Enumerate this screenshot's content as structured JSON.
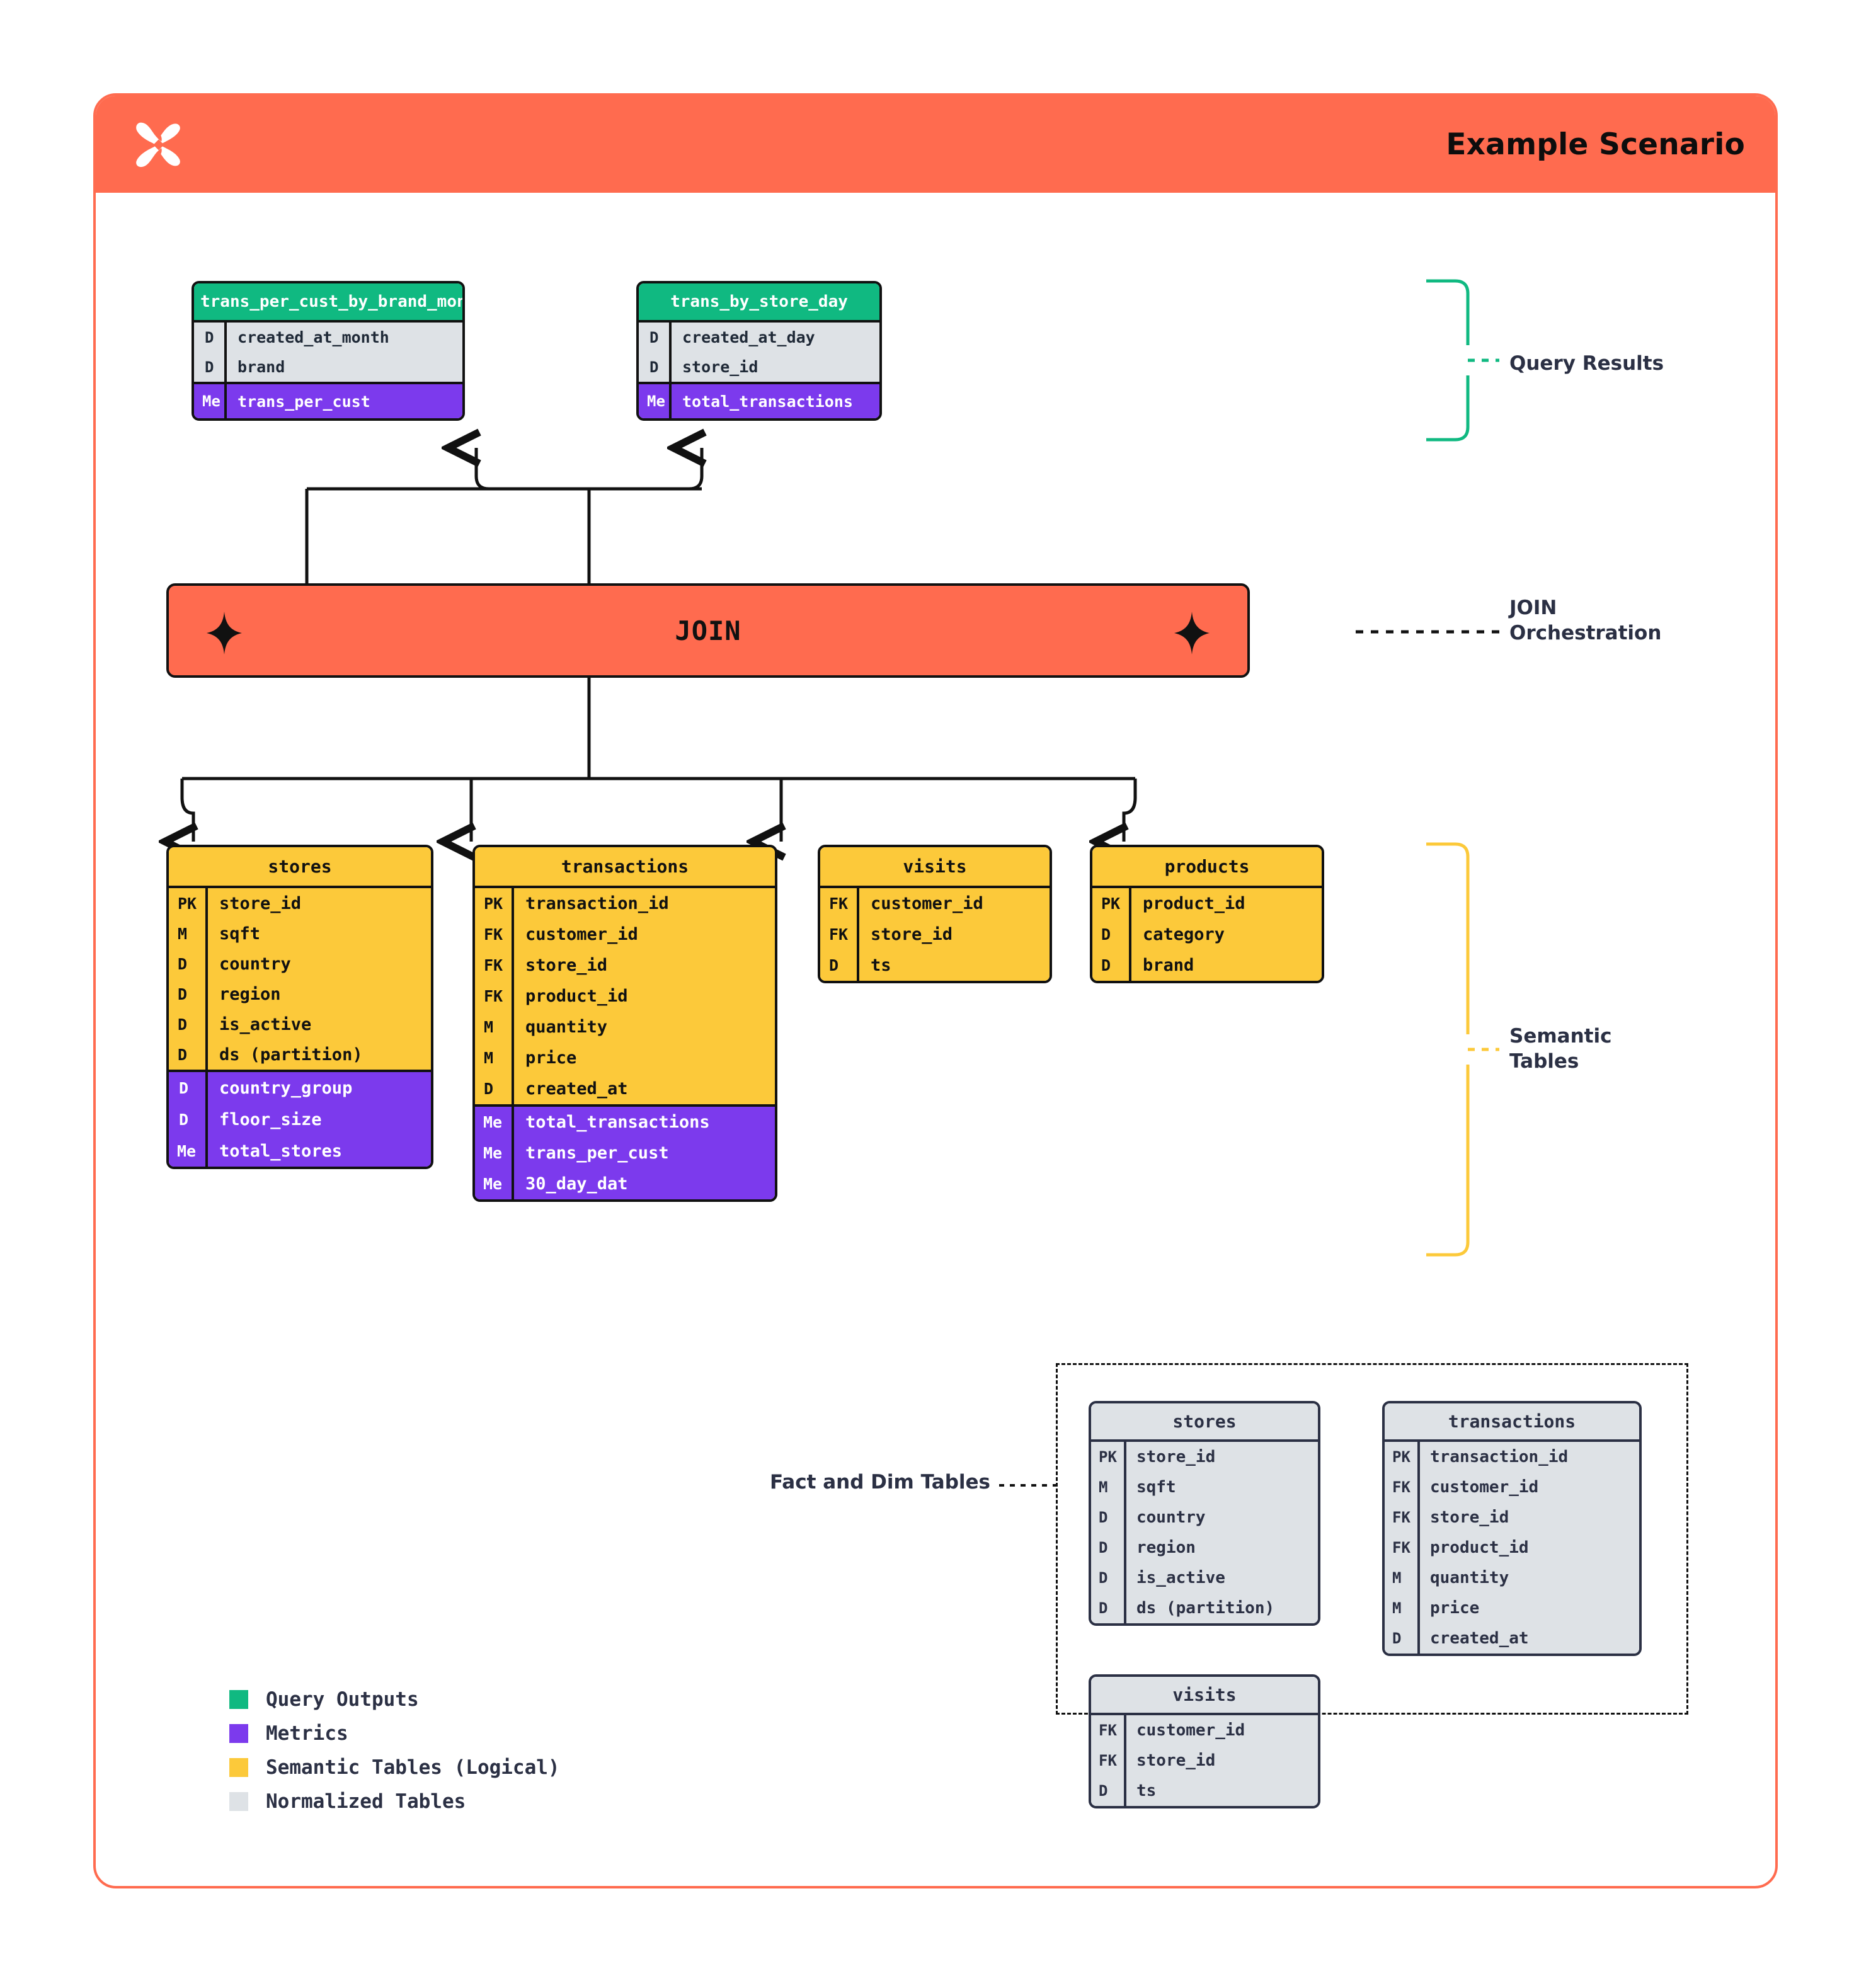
{
  "header": {
    "title": "Example Scenario",
    "logo_icon": "x-star-logo-icon",
    "bg_color": "#FF6B4F"
  },
  "colors": {
    "query_output": "#10B981",
    "metric": "#7C3AED",
    "semantic_table": "#FCC93A",
    "normalized_table": "#DEE2E6",
    "accent": "#FF6B4F",
    "ink": "#2B3044"
  },
  "query_results": {
    "annotation": "Query Results",
    "tables": [
      {
        "name": "trans_per_cust_by_brand_month",
        "groups": [
          {
            "style": "gray",
            "rows": [
              {
                "key": "D",
                "field": "created_at_month"
              },
              {
                "key": "D",
                "field": "brand"
              }
            ]
          },
          {
            "style": "purple",
            "rows": [
              {
                "key": "Me",
                "field": "trans_per_cust"
              }
            ]
          }
        ]
      },
      {
        "name": "trans_by_store_day",
        "groups": [
          {
            "style": "gray",
            "rows": [
              {
                "key": "D",
                "field": "created_at_day"
              },
              {
                "key": "D",
                "field": "store_id"
              }
            ]
          },
          {
            "style": "purple",
            "rows": [
              {
                "key": "Me",
                "field": "total_transactions"
              }
            ]
          }
        ]
      }
    ]
  },
  "join": {
    "label": "JOIN",
    "annotation": "JOIN\nOrchestration",
    "left_icon": "sparkle-star-icon",
    "right_icon": "sparkle-star-icon"
  },
  "semantic_tables": {
    "annotation": "Semantic\nTables",
    "tables": [
      {
        "name": "stores",
        "groups": [
          {
            "style": "yellow",
            "rows": [
              {
                "key": "PK",
                "field": "store_id"
              },
              {
                "key": "M",
                "field": "sqft"
              },
              {
                "key": "D",
                "field": "country"
              },
              {
                "key": "D",
                "field": "region"
              },
              {
                "key": "D",
                "field": "is_active"
              },
              {
                "key": "D",
                "field": "ds (partition)"
              }
            ]
          },
          {
            "style": "purple",
            "rows": [
              {
                "key": "D",
                "field": "country_group"
              },
              {
                "key": "D",
                "field": "floor_size"
              },
              {
                "key": "Me",
                "field": "total_stores"
              }
            ]
          }
        ]
      },
      {
        "name": "transactions",
        "groups": [
          {
            "style": "yellow",
            "rows": [
              {
                "key": "PK",
                "field": "transaction_id"
              },
              {
                "key": "FK",
                "field": "customer_id"
              },
              {
                "key": "FK",
                "field": "store_id"
              },
              {
                "key": "FK",
                "field": "product_id"
              },
              {
                "key": "M",
                "field": "quantity"
              },
              {
                "key": "M",
                "field": "price"
              },
              {
                "key": "D",
                "field": "created_at"
              }
            ]
          },
          {
            "style": "purple",
            "rows": [
              {
                "key": "Me",
                "field": "total_transactions"
              },
              {
                "key": "Me",
                "field": "trans_per_cust"
              },
              {
                "key": "Me",
                "field": "30_day_dat"
              }
            ]
          }
        ]
      },
      {
        "name": "visits",
        "groups": [
          {
            "style": "yellow",
            "rows": [
              {
                "key": "FK",
                "field": "customer_id"
              },
              {
                "key": "FK",
                "field": "store_id"
              },
              {
                "key": "D",
                "field": "ts"
              }
            ]
          }
        ]
      },
      {
        "name": "products",
        "groups": [
          {
            "style": "yellow",
            "rows": [
              {
                "key": "PK",
                "field": "product_id"
              },
              {
                "key": "D",
                "field": "category"
              },
              {
                "key": "D",
                "field": "brand"
              }
            ]
          }
        ]
      }
    ]
  },
  "fact_dim": {
    "annotation": "Fact and Dim Tables",
    "tables": [
      {
        "name": "stores",
        "groups": [
          {
            "style": "gray",
            "rows": [
              {
                "key": "PK",
                "field": "store_id"
              },
              {
                "key": "M",
                "field": "sqft"
              },
              {
                "key": "D",
                "field": "country"
              },
              {
                "key": "D",
                "field": "region"
              },
              {
                "key": "D",
                "field": "is_active"
              },
              {
                "key": "D",
                "field": "ds (partition)"
              }
            ]
          }
        ]
      },
      {
        "name": "transactions",
        "groups": [
          {
            "style": "gray",
            "rows": [
              {
                "key": "PK",
                "field": "transaction_id"
              },
              {
                "key": "FK",
                "field": "customer_id"
              },
              {
                "key": "FK",
                "field": "store_id"
              },
              {
                "key": "FK",
                "field": "product_id"
              },
              {
                "key": "M",
                "field": "quantity"
              },
              {
                "key": "M",
                "field": "price"
              },
              {
                "key": "D",
                "field": "created_at"
              }
            ]
          }
        ]
      },
      {
        "name": "visits",
        "groups": [
          {
            "style": "gray",
            "rows": [
              {
                "key": "FK",
                "field": "customer_id"
              },
              {
                "key": "FK",
                "field": "store_id"
              },
              {
                "key": "D",
                "field": "ts"
              }
            ]
          }
        ]
      }
    ]
  },
  "legend": {
    "items": [
      {
        "label": "Query Outputs",
        "color": "#10B981"
      },
      {
        "label": "Metrics",
        "color": "#7C3AED"
      },
      {
        "label": "Semantic Tables (Logical)",
        "color": "#FCC93A"
      },
      {
        "label": "Normalized Tables",
        "color": "#DEE2E6"
      }
    ]
  }
}
